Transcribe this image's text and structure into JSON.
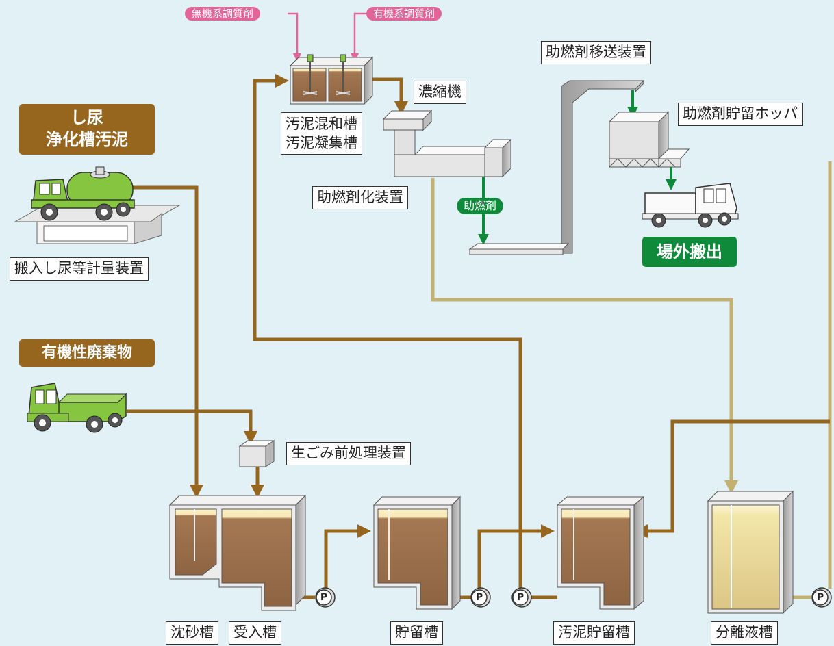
{
  "sources": {
    "night_soil": [
      "し尿",
      "浄化槽汚泥"
    ],
    "organic_waste": "有機性廃棄物"
  },
  "equipment": {
    "weighing": "搬入し尿等計量装置",
    "kitchen_pretreat": "生ごみ前処理装置",
    "grit_tank": "沈砂槽",
    "receiving_tank": "受入槽",
    "storage_tank": "貯留槽",
    "sludge_storage_tank": "汚泥貯留槽",
    "separated_liquid_tank": "分離液槽",
    "mixing_tank": [
      "汚泥混和槽",
      "汚泥凝集槽"
    ],
    "thickener": "濃縮機",
    "fuel_converter": "助燃剤化装置",
    "fuel_conveyor": "助燃剤移送装置",
    "fuel_hopper": "助燃剤貯留ホッパ"
  },
  "additives": {
    "inorganic": "無機系調質剤",
    "organic": "有機系調質剤"
  },
  "flows": {
    "fuel": "助燃剤"
  },
  "outputs": {
    "offsite": "場外搬出"
  },
  "pump_symbol": "P",
  "colors": {
    "background": "#e2f1f5",
    "main_pipe": "#96661e",
    "light_pipe": "#c3b171",
    "additive_pipe": "#e2659a",
    "fuel_pipe": "#0f8a3b",
    "vehicle_green": "#86c540"
  }
}
